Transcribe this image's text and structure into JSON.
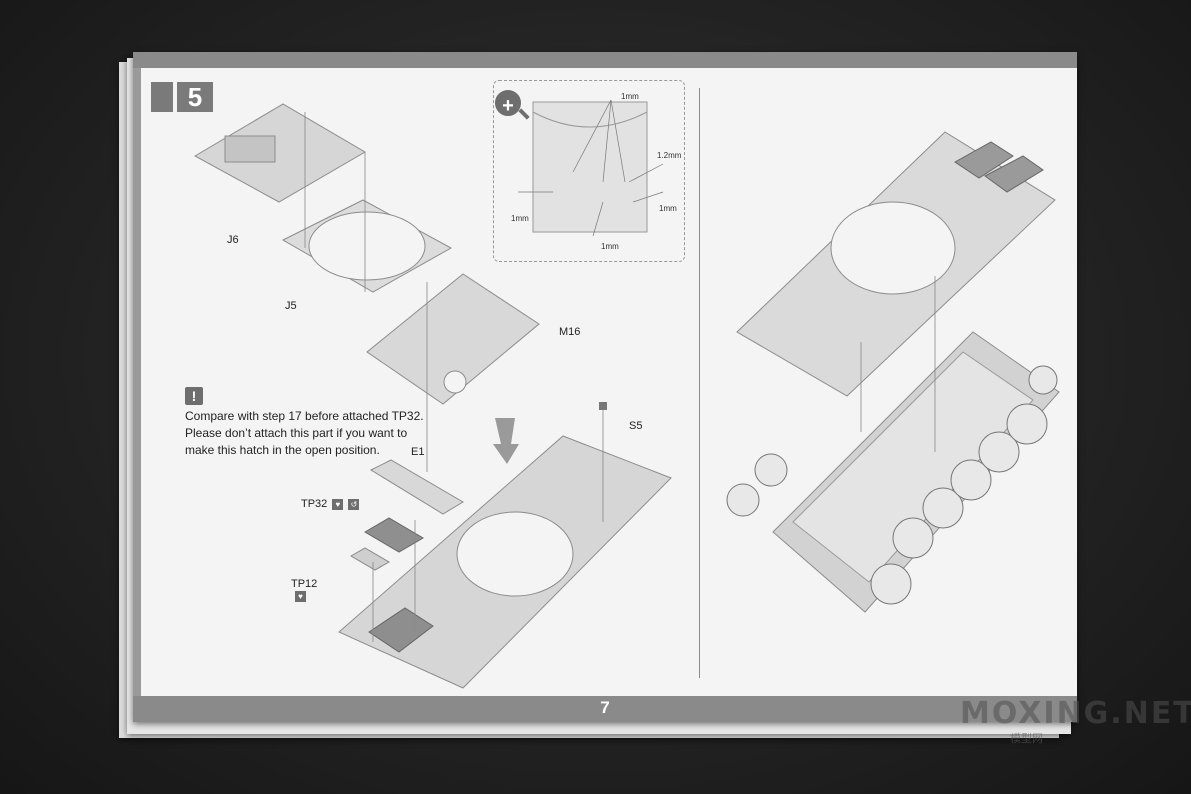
{
  "page": {
    "step_number": "5",
    "page_number": "7"
  },
  "parts": {
    "j6": "J6",
    "j5": "J5",
    "m16": "M16",
    "s5": "S5",
    "e1": "E1",
    "tp32": "TP32",
    "tp12": "TP12"
  },
  "zoom_detail": {
    "drill_labels": [
      "1mm",
      "1.2mm",
      "1mm",
      "1mm",
      "1mm"
    ]
  },
  "note": {
    "lines": [
      "Compare with step 17 before attached TP32.",
      "Please don’t attach this part if you want to",
      "make this hatch in the open position."
    ]
  },
  "watermark": {
    "text": "MOXING.NET",
    "sub": "模型网"
  },
  "colors": {
    "band": "#8a8a8a",
    "part_fill": "#d9d9d9",
    "part_edge": "#8c8c8c"
  }
}
